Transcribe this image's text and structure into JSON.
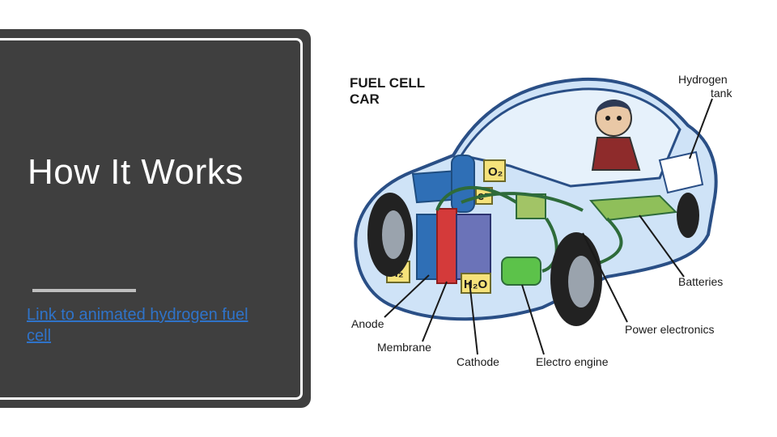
{
  "slide": {
    "title": "How It Works",
    "link_text": "Link to animated hydrogen fuel cell"
  },
  "illustration": {
    "heading_line1": "FUEL CELL",
    "heading_line2": "CAR",
    "labels": {
      "hydrogen_tank_line1": "Hydrogen",
      "hydrogen_tank_line2": "tank",
      "batteries": "Batteries",
      "power_electronics": "Power electronics",
      "anode": "Anode",
      "membrane": "Membrane",
      "cathode": "Cathode",
      "electro_engine": "Electro engine"
    },
    "symbols": {
      "o2": "O₂",
      "h2": "H₂",
      "h2o": "H₂O",
      "e": "e⁻"
    }
  },
  "colors": {
    "panel_bg": "#3f3f3f",
    "link": "#2f73c9",
    "car_body": "#cfe3f7",
    "car_outline": "#2a4f86",
    "cable": "#2e6b3a"
  }
}
